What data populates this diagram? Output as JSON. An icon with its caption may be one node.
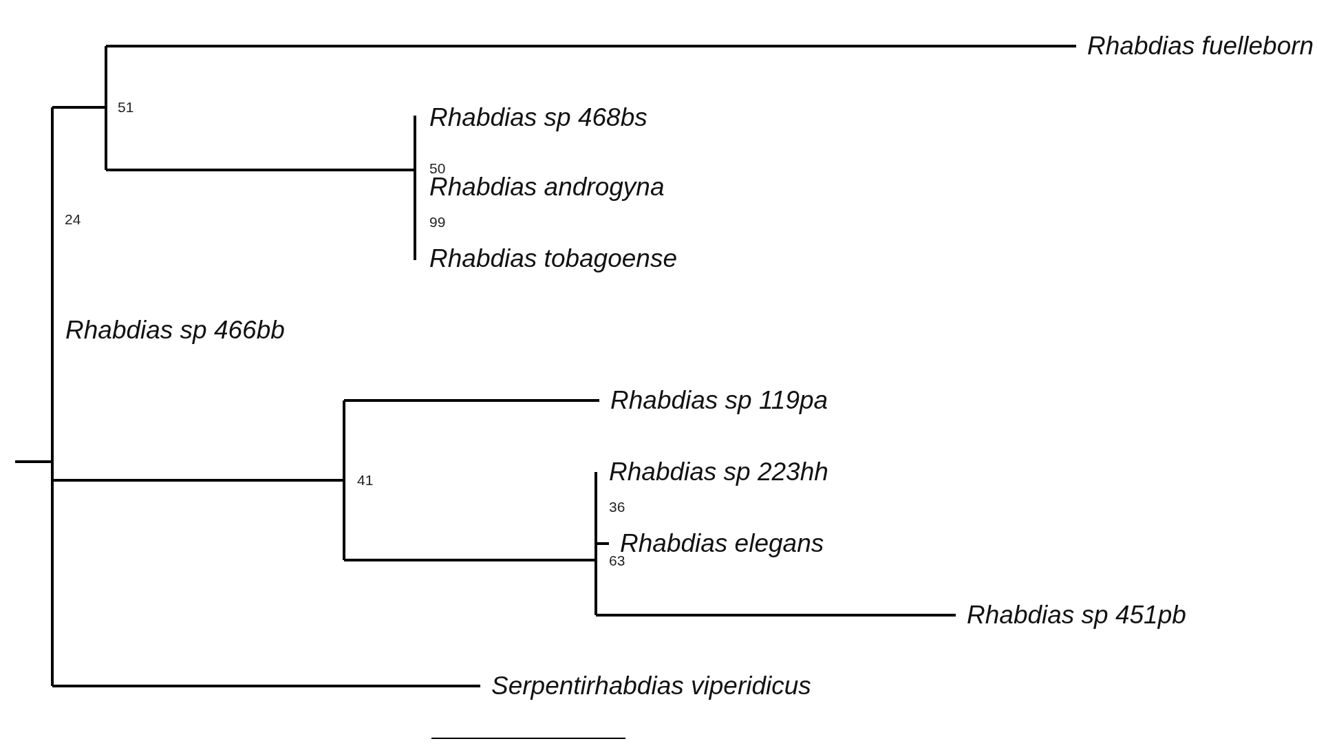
{
  "diagram": {
    "nodes": [
      {
        "text": [
          "Rhabdias fuelleborn"
        ]
      },
      {
        "text": [
          "Rhabdias sp 468bs"
        ]
      },
      {
        "text": [
          "Rhabdias androgyna"
        ]
      },
      {
        "text": [
          "Rhabdias tobagoense"
        ]
      },
      {
        "text": [
          "Rhabdias sp 466bb"
        ]
      },
      {
        "text": [
          "Rhabdias sp 119pa"
        ]
      },
      {
        "text": [
          "Rhabdias sp 223hh"
        ]
      },
      {
        "text": [
          "Rhabdias elegans"
        ]
      },
      {
        "text": [
          "Rhabdias sp 451pb"
        ]
      },
      {
        "text": [
          "Serpentirhabdias viperidicus"
        ]
      }
    ],
    "edges": [
      {
        "from": null,
        "to": 0,
        "arrow": "none"
      },
      {
        "from": null,
        "to": 5,
        "arrow": "none"
      },
      {
        "from": null,
        "to": 7,
        "arrow": "none"
      },
      {
        "from": null,
        "to": 8,
        "arrow": "none"
      },
      {
        "from": null,
        "to": 9,
        "arrow": "none"
      }
    ],
    "labels": [
      "51",
      "50",
      "24",
      "99",
      "41",
      "36",
      "63"
    ]
  }
}
